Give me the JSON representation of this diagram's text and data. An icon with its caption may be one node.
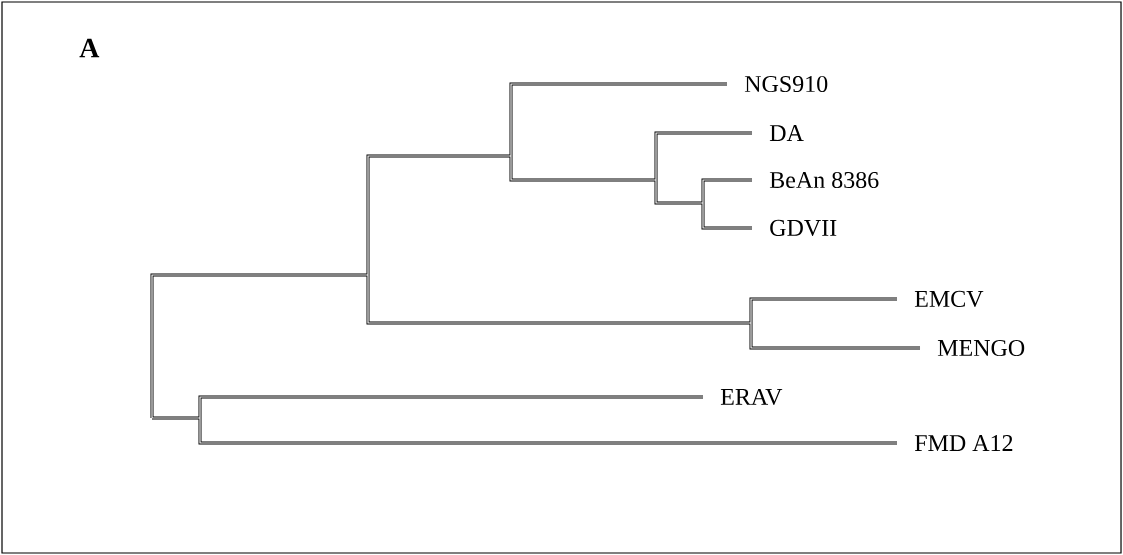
{
  "diagram": {
    "labels": [
      "A",
      "NGS910",
      "DA",
      "BeAn 8386",
      "GDVII",
      "EMCV",
      "MENGO",
      "ERAV",
      "FMD A12"
    ]
  }
}
